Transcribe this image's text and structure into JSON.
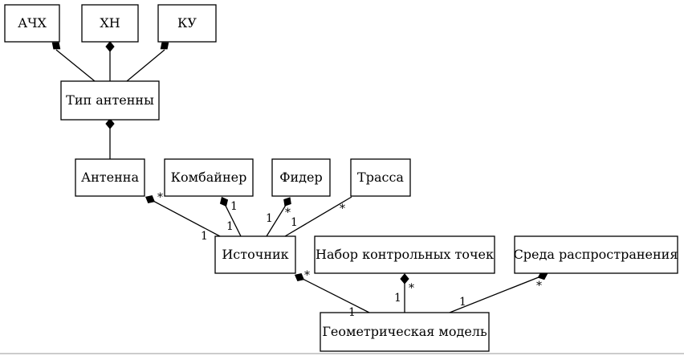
{
  "nodes": {
    "achx": "АЧХ",
    "xn": "ХН",
    "ku": "КУ",
    "antenna_type": "Тип антенны",
    "antenna": "Антенна",
    "combiner": "Комбайнер",
    "feeder": "Фидер",
    "trace": "Трасса",
    "source": "Источник",
    "checkpoints": "Набор контрольных точек",
    "medium": "Среда распространения",
    "geomodel": "Геометрическая модель"
  },
  "multiplicities": {
    "antenna_star": "*",
    "antenna_source_1": "1",
    "combiner_1a": "1",
    "combiner_1b": "1",
    "feeder_1a": "1",
    "feeder_star": "*",
    "feeder_1b": "1",
    "trace_star": "*",
    "source_star": "*",
    "source_geo_1": "1",
    "checkpoints_star": "*",
    "checkpoints_1": "1",
    "medium_1": "1",
    "medium_star": "*"
  }
}
